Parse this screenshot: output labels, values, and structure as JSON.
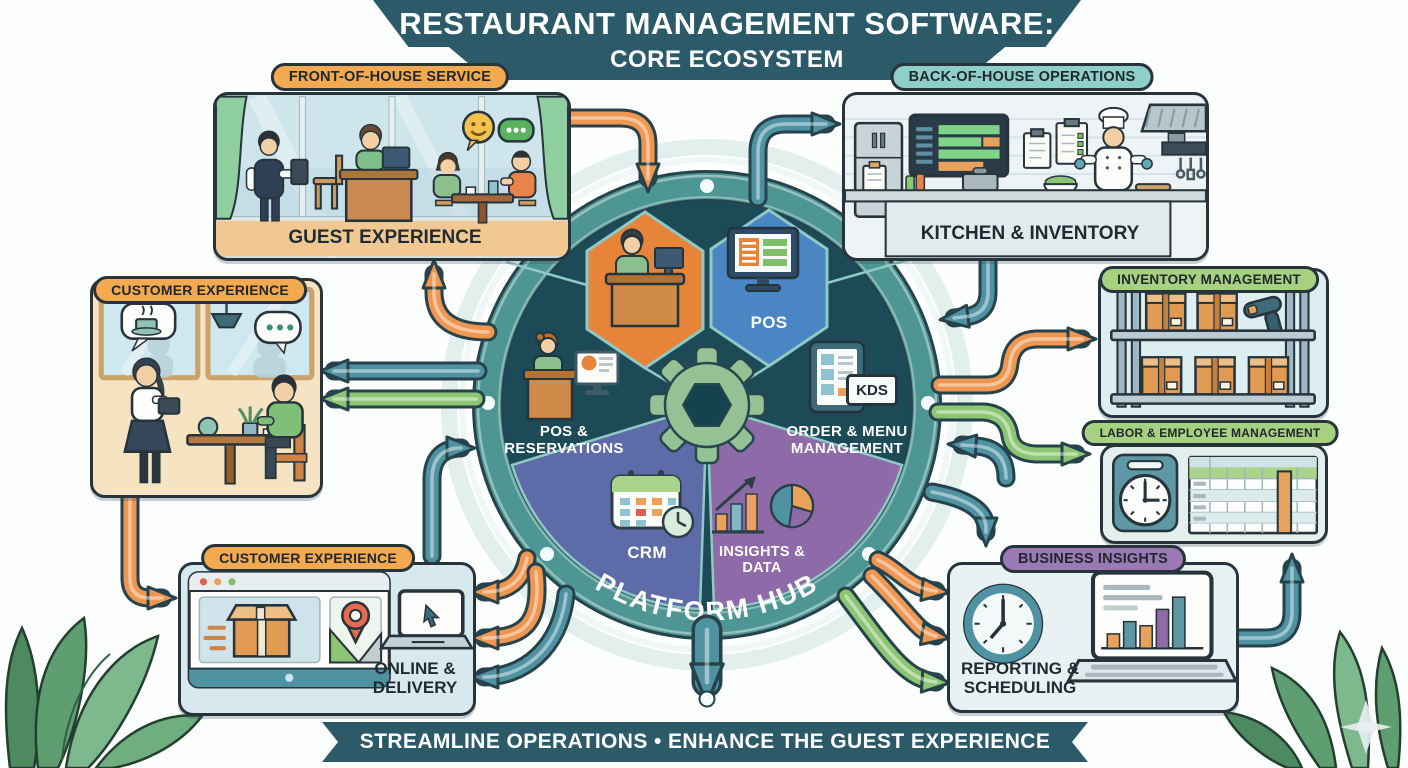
{
  "title": {
    "line1": "RESTAURANT MANAGEMENT SOFTWARE:",
    "line2": "CORE ECOSYSTEM"
  },
  "footer_banner": "STREAMLINE OPERATIONS • ENHANCE THE GUEST EXPERIENCE",
  "hub": {
    "platform_label": "PLATFORM HUB",
    "pos": "POS",
    "pos_reservations": "POS & RESERVATIONS",
    "order_menu": "ORDER & MENU MANAGEMENT",
    "kds_badge": "KDS",
    "crm": "CRM",
    "insights_data": "INSIGHTS & DATA"
  },
  "boxes": {
    "front_of_house": {
      "header": "FRONT-OF-HOUSE SERVICE",
      "caption": "GUEST EXPERIENCE"
    },
    "back_of_house": {
      "header": "BACK-OF-HOUSE OPERATIONS",
      "caption": "KITCHEN & INVENTORY"
    },
    "customer_experience": {
      "header": "CUSTOMER EXPERIENCE"
    },
    "inventory": {
      "header": "INVENTORY MANAGEMENT"
    },
    "labor": {
      "header": "LABOR & EMPLOYEE MANAGEMENT"
    },
    "online_delivery": {
      "header": "CUSTOMER EXPERIENCE",
      "caption": "ONLINE & DELIVERY"
    },
    "business_insights": {
      "header": "BUSINESS INSIGHTS",
      "caption": "REPORTING & SCHEDULING"
    }
  },
  "colors": {
    "accent_orange": "#EF9651",
    "accent_teal": "#4F93A3",
    "accent_green": "#8CC573",
    "accent_purple": "#9B79B5",
    "dark_teal": "#2D5A68",
    "hub_ring": "#4E9693",
    "hub_inner": "#1D4A57",
    "hex_orange": "#E8833A",
    "hex_blue": "#4A86C4",
    "crm_segment": "#5D6CA8",
    "insights_segment": "#8F6AA8"
  }
}
